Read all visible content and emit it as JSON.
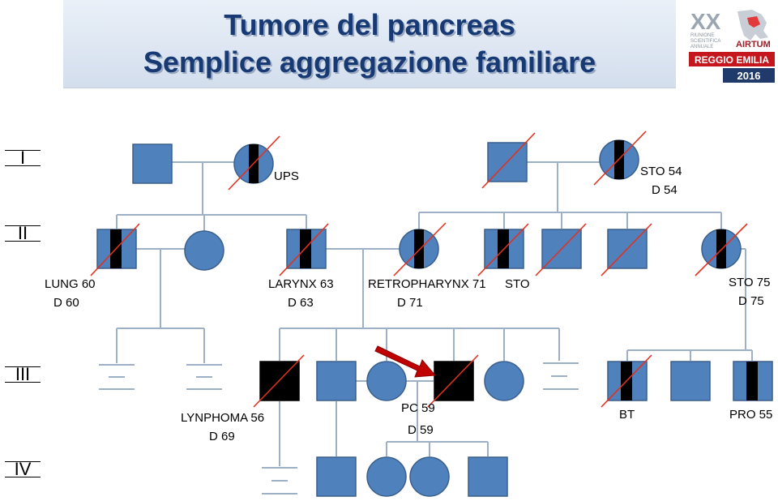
{
  "title": {
    "line1": "Tumore del pancreas",
    "line2": "Semplice aggregazione familiare"
  },
  "logo": {
    "roman": "XX",
    "meeting_line1": "RIUNIONE",
    "meeting_line2": "SCIENTIFICA",
    "meeting_line3": "ANNUALE",
    "org": "AIRTUM",
    "city": "REGGIO EMILIA",
    "year": "2016"
  },
  "generations": [
    "I",
    "II",
    "III",
    "IV"
  ],
  "labels": {
    "i_ups": "UPS",
    "i_sto54": "STO 54",
    "i_d54": "D 54",
    "ii_lung60": "LUNG 60",
    "ii_d60": "D 60",
    "ii_larynx63": "LARYNX 63",
    "ii_d63": "D 63",
    "ii_retro71": "RETROPHARYNX 71",
    "ii_d71": "D 71",
    "ii_sto": "STO",
    "ii_sto75": "STO 75",
    "ii_d75": "D 75",
    "iii_lymphoma56": "LYNPHOMA 56",
    "iii_d69": "D 69",
    "iii_pc59": "PC 59",
    "iii_d59": "D 59",
    "iii_bt": "BT",
    "iii_pro55": "PRO 55"
  },
  "colors": {
    "node_fill": "#4f81bd",
    "node_stroke": "#3a5f8c",
    "line": "#9db0c6",
    "deceased_slash": "#e2311f",
    "affected": "#000000",
    "proband_arrow": "#c00000"
  }
}
